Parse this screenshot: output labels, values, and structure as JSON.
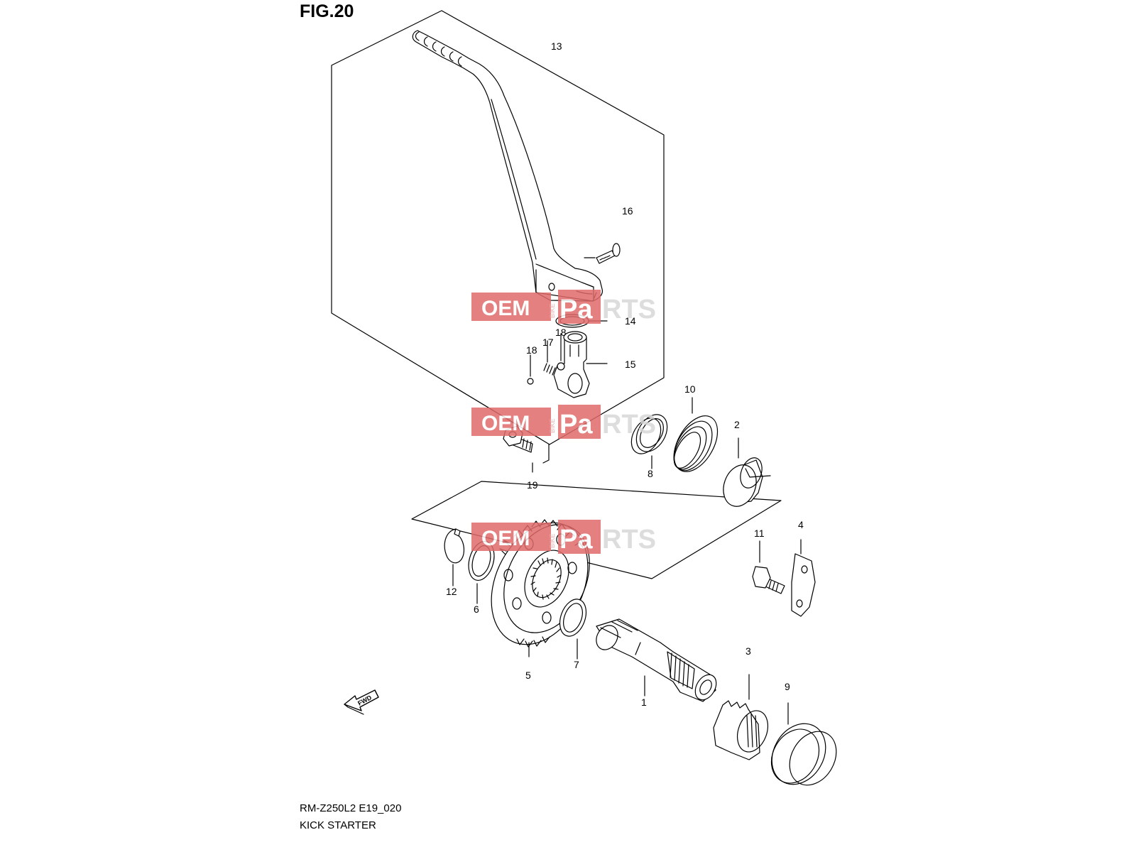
{
  "figure": {
    "title": "FIG.20"
  },
  "footer": {
    "model_code": "RM-Z250L2 E19_020",
    "section_title": "KICK STARTER"
  },
  "fwd_marker": {
    "label": "FWD"
  },
  "callouts": {
    "c1": "1",
    "c2": "2",
    "c3": "3",
    "c4": "4",
    "c5": "5",
    "c6": "6",
    "c7": "7",
    "c8": "8",
    "c9": "9",
    "c10": "10",
    "c11": "11",
    "c12": "12",
    "c13": "13",
    "c14": "14",
    "c15": "15",
    "c16": "16",
    "c17": "17",
    "c18a": "18",
    "c18b": "18",
    "c19": "19"
  },
  "watermark": {
    "oem": "OEM",
    "bike": "BIKE",
    "pa": "Pa",
    "rts": "RTS",
    "color": "#e06a6a"
  },
  "colors": {
    "line": "#000000",
    "background": "#ffffff"
  }
}
